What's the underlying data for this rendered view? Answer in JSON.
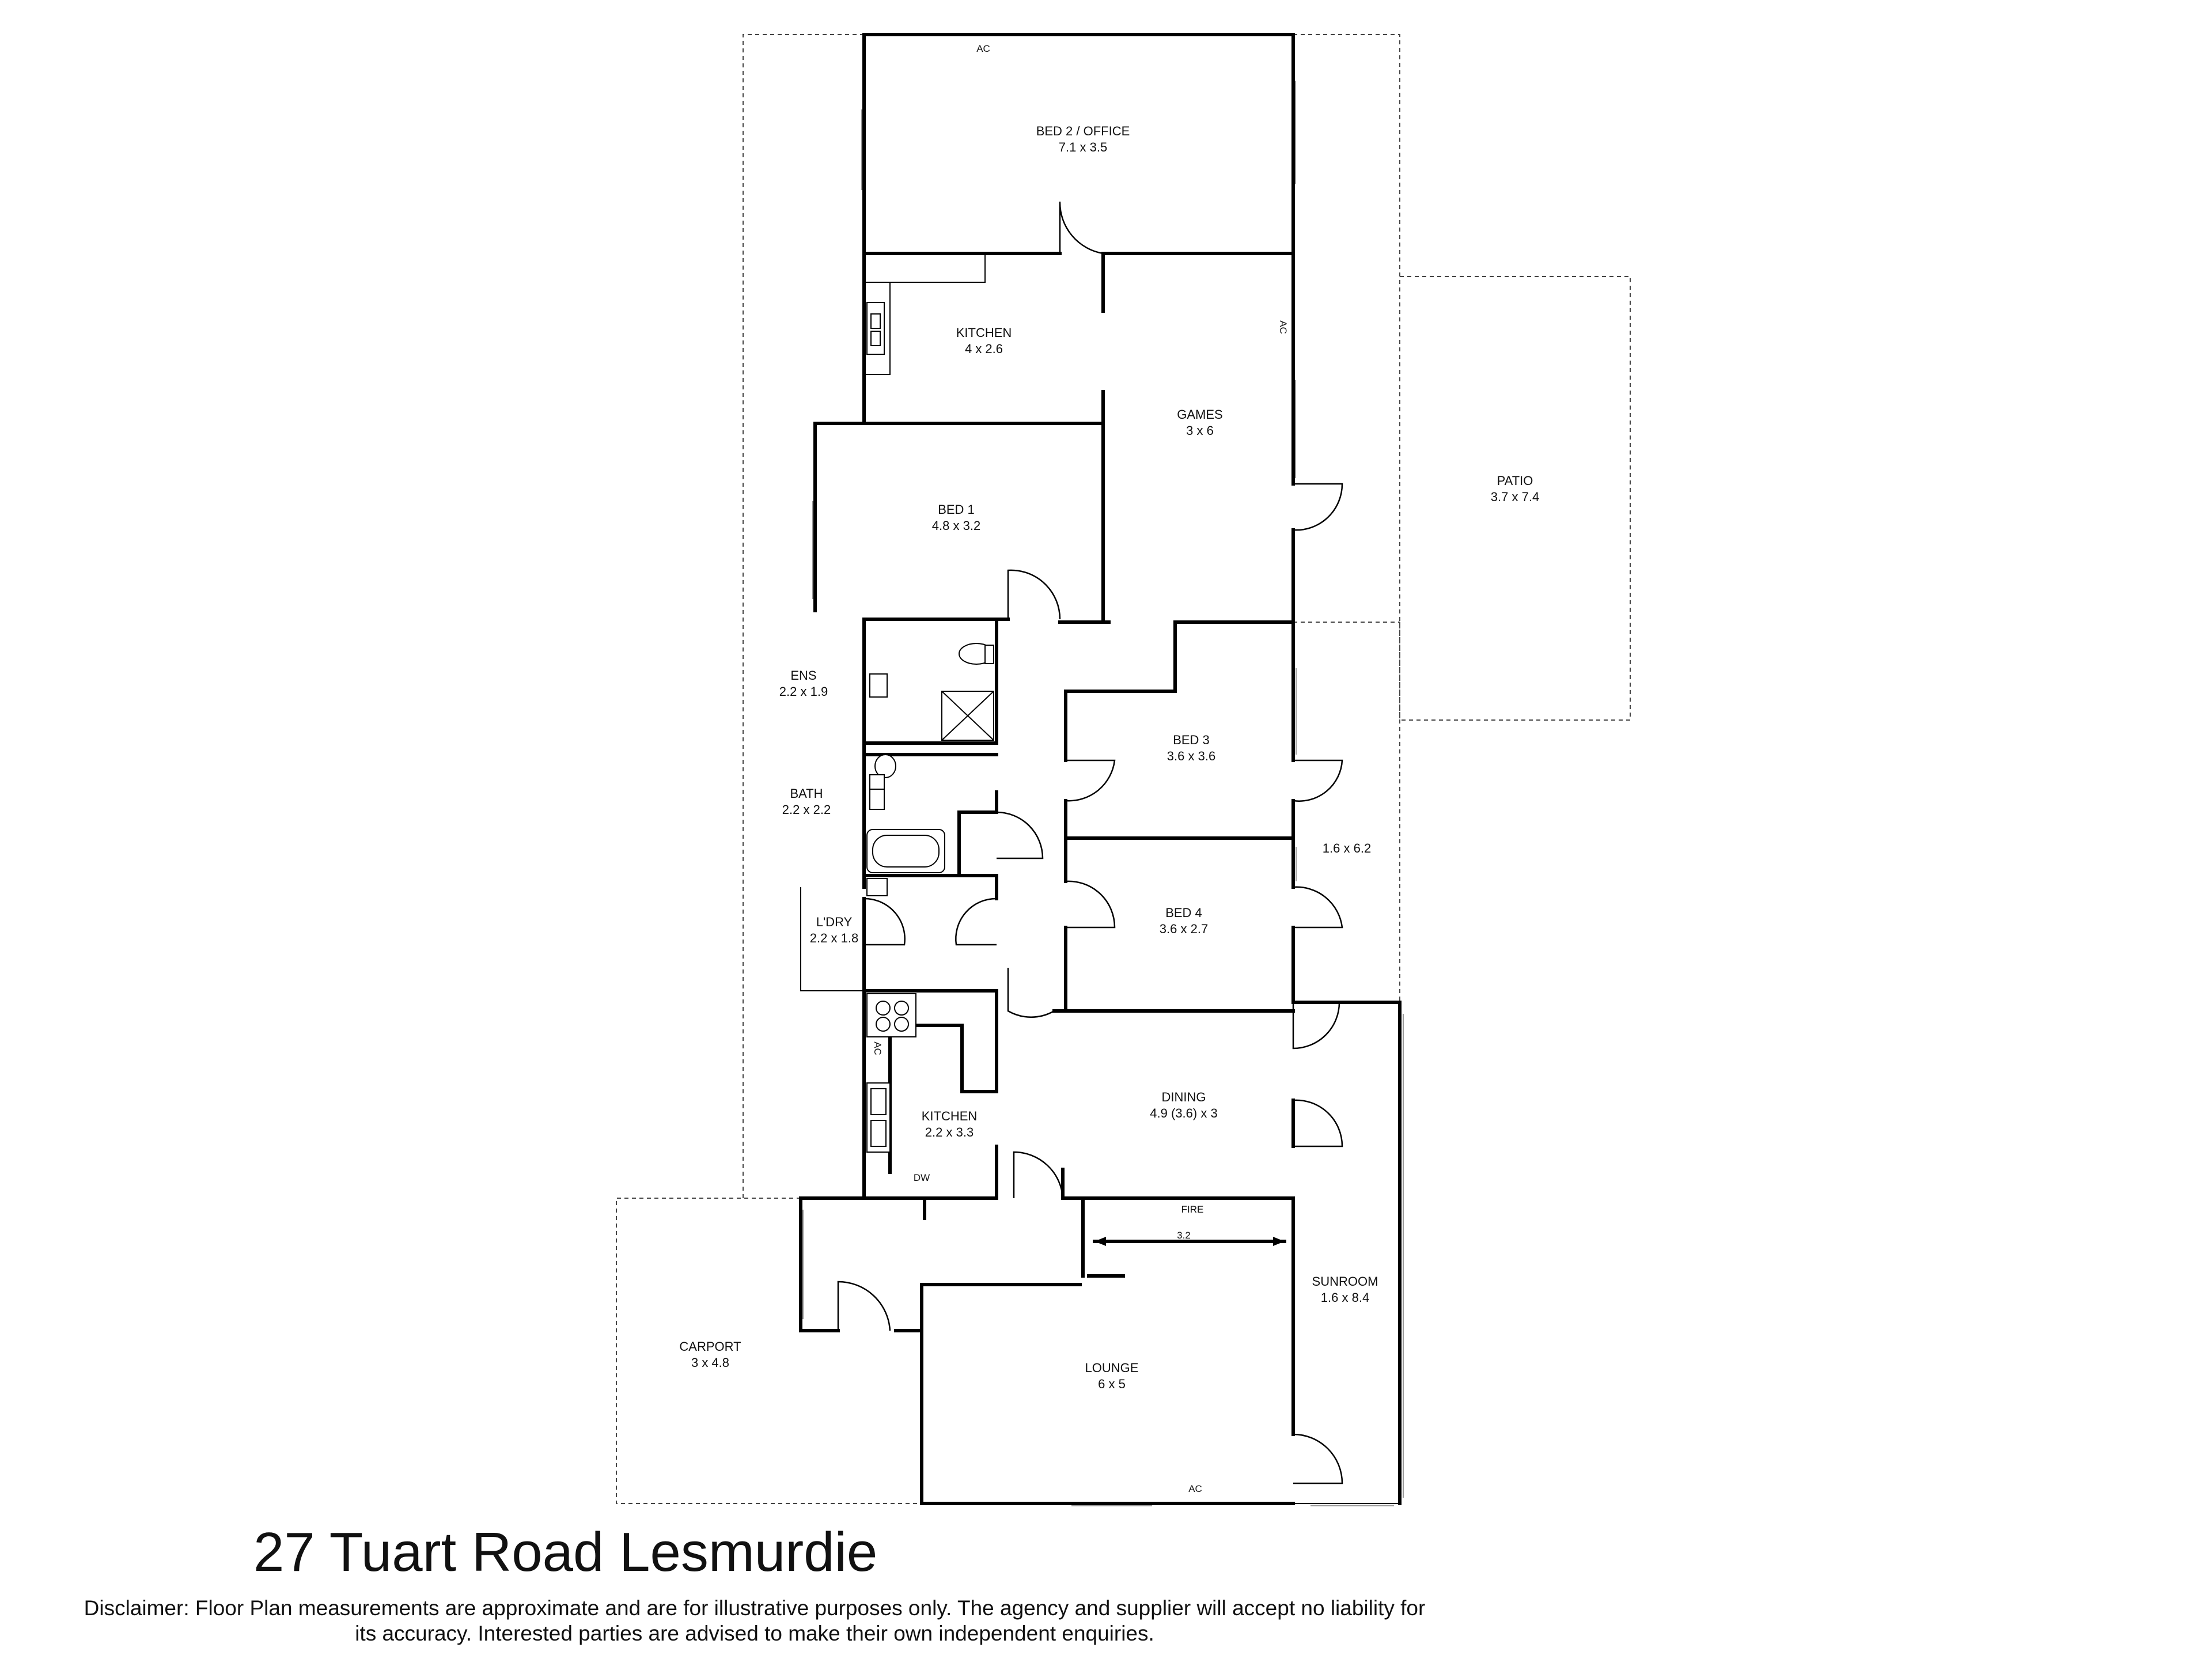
{
  "title": "27 Tuart Road Lesmurdie",
  "disclaimer": "Disclaimer: Floor Plan measurements are approximate and are for illustrative purposes only. The agency and supplier will accept no liability for its accuracy. Interested parties are advised to make their own independent enquiries.",
  "rooms": {
    "bed2": {
      "name": "BED 2 / OFFICE",
      "size": "7.1 x 3.5"
    },
    "kitchen_upper": {
      "name": "KITCHEN",
      "size": "4 x 2.6"
    },
    "games": {
      "name": "GAMES",
      "size": "3 x 6"
    },
    "patio": {
      "name": "PATIO",
      "size": "3.7 x 7.4"
    },
    "bed1": {
      "name": "BED 1",
      "size": "4.8 x 3.2"
    },
    "ens": {
      "name": "ENS",
      "size": "2.2 x 1.9"
    },
    "bed3": {
      "name": "BED 3",
      "size": "3.6 x 3.6"
    },
    "bath": {
      "name": "BATH",
      "size": "2.2 x 2.2"
    },
    "verandah": {
      "size": "1.6 x 6.2"
    },
    "ldry": {
      "name": "L'DRY",
      "size": "2.2 x 1.8"
    },
    "bed4": {
      "name": "BED 4",
      "size": "3.6 x 2.7"
    },
    "dining": {
      "name": "DINING",
      "size": "4.9 (3.6) x 3"
    },
    "kitchen_lower": {
      "name": "KITCHEN",
      "size": "2.2 x 3.3"
    },
    "carport": {
      "name": "CARPORT",
      "size": "3 x 4.8"
    },
    "sunroom": {
      "name": "SUNROOM",
      "size": "1.6 x 8.4"
    },
    "lounge": {
      "name": "LOUNGE",
      "size": "6 x 5"
    }
  },
  "annotations": {
    "ac": "AC",
    "dw": "DW",
    "fire": "FIRE",
    "fire_width": "3.2"
  }
}
